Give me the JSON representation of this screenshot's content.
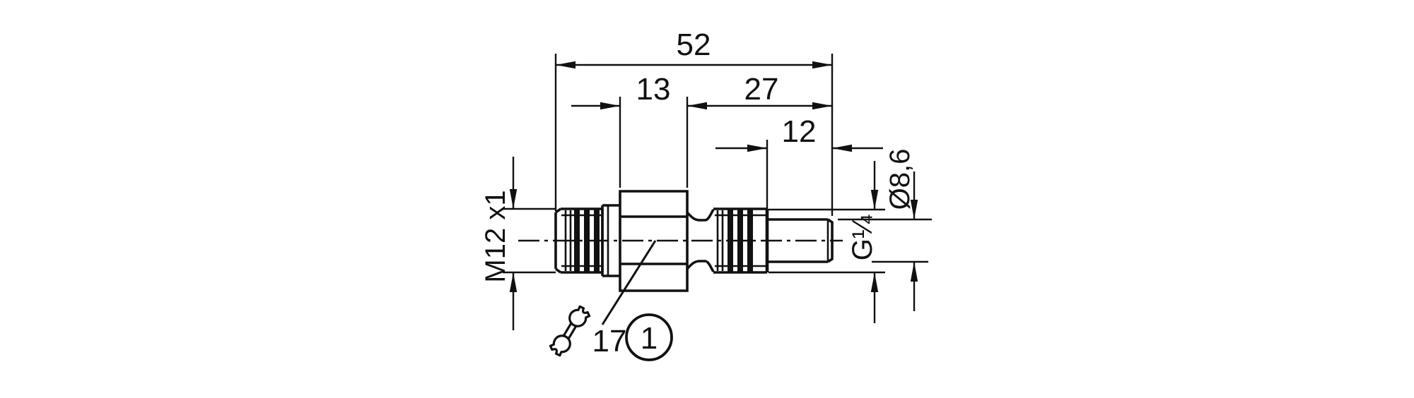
{
  "page": {
    "background": "#ffffff",
    "line_color": "#111111"
  },
  "drawing": {
    "type": "technical-dimension-drawing",
    "labels": {
      "overall_length": "52",
      "hex_length": "13",
      "right_section_length": "27",
      "thread_length": "12",
      "connector_thread": "M12 x1",
      "process_thread": "G¼",
      "tip_diameter": "Ø8,6",
      "wrench_size": "17",
      "callout": "1"
    }
  }
}
